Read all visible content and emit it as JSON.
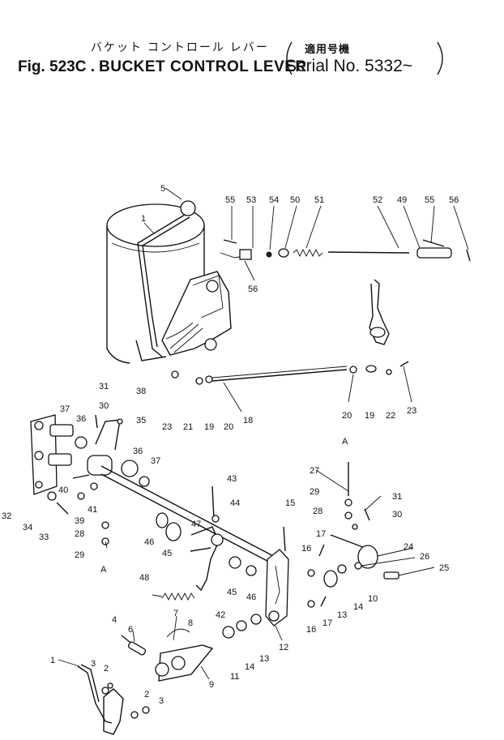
{
  "header": {
    "jp_title": "バケット コントロール レバー",
    "jp_serial": "適用号機",
    "fig_label": "Fig. 523C .",
    "en_title": "BUCKET CONTROL LEVER",
    "serial_text": "Serial No. 5332~"
  },
  "callouts": [
    {
      "id": "c5",
      "label": "5"
    },
    {
      "id": "c1a",
      "label": "1"
    },
    {
      "id": "c55a",
      "label": "55"
    },
    {
      "id": "c53",
      "label": "53"
    },
    {
      "id": "c54",
      "label": "54"
    },
    {
      "id": "c50",
      "label": "50"
    },
    {
      "id": "c51",
      "label": "51"
    },
    {
      "id": "c52",
      "label": "52"
    },
    {
      "id": "c49",
      "label": "49"
    },
    {
      "id": "c55b",
      "label": "55"
    },
    {
      "id": "c56a",
      "label": "56"
    },
    {
      "id": "c56b",
      "label": "56"
    },
    {
      "id": "c31a",
      "label": "31"
    },
    {
      "id": "c38",
      "label": "38"
    },
    {
      "id": "c37a",
      "label": "37"
    },
    {
      "id": "c36a",
      "label": "36"
    },
    {
      "id": "c30a",
      "label": "30"
    },
    {
      "id": "c35",
      "label": "35"
    },
    {
      "id": "c23a",
      "label": "23"
    },
    {
      "id": "c21",
      "label": "21"
    },
    {
      "id": "c19a",
      "label": "19"
    },
    {
      "id": "c20a",
      "label": "20"
    },
    {
      "id": "c18",
      "label": "18"
    },
    {
      "id": "c20b",
      "label": "20"
    },
    {
      "id": "c19b",
      "label": "19"
    },
    {
      "id": "c22",
      "label": "22"
    },
    {
      "id": "c23b",
      "label": "23"
    },
    {
      "id": "c36b",
      "label": "36"
    },
    {
      "id": "c37b",
      "label": "37"
    },
    {
      "id": "c40",
      "label": "40"
    },
    {
      "id": "c32",
      "label": "32"
    },
    {
      "id": "c34",
      "label": "34"
    },
    {
      "id": "c33",
      "label": "33"
    },
    {
      "id": "c39",
      "label": "39"
    },
    {
      "id": "c41",
      "label": "41"
    },
    {
      "id": "c28a",
      "label": "28"
    },
    {
      "id": "c29a",
      "label": "29"
    },
    {
      "id": "cA1",
      "label": "A"
    },
    {
      "id": "c43",
      "label": "43"
    },
    {
      "id": "c44",
      "label": "44"
    },
    {
      "id": "c47",
      "label": "47"
    },
    {
      "id": "c46a",
      "label": "46"
    },
    {
      "id": "c45a",
      "label": "45"
    },
    {
      "id": "c48",
      "label": "48"
    },
    {
      "id": "c45b",
      "label": "45"
    },
    {
      "id": "c46b",
      "label": "46"
    },
    {
      "id": "c42",
      "label": "42"
    },
    {
      "id": "c15",
      "label": "15"
    },
    {
      "id": "cA2",
      "label": "A"
    },
    {
      "id": "c27",
      "label": "27"
    },
    {
      "id": "c29b",
      "label": "29"
    },
    {
      "id": "c28b",
      "label": "28"
    },
    {
      "id": "c31b",
      "label": "31"
    },
    {
      "id": "c30b",
      "label": "30"
    },
    {
      "id": "c17a",
      "label": "17"
    },
    {
      "id": "c16a",
      "label": "16"
    },
    {
      "id": "c24",
      "label": "24"
    },
    {
      "id": "c26",
      "label": "26"
    },
    {
      "id": "c25",
      "label": "25"
    },
    {
      "id": "c10",
      "label": "10"
    },
    {
      "id": "c14a",
      "label": "14"
    },
    {
      "id": "c13a",
      "label": "13"
    },
    {
      "id": "c17b",
      "label": "17"
    },
    {
      "id": "c16b",
      "label": "16"
    },
    {
      "id": "c12",
      "label": "12"
    },
    {
      "id": "c4",
      "label": "4"
    },
    {
      "id": "c6",
      "label": "6"
    },
    {
      "id": "c7",
      "label": "7"
    },
    {
      "id": "c8",
      "label": "8"
    },
    {
      "id": "c9",
      "label": "9"
    },
    {
      "id": "c11",
      "label": "11"
    },
    {
      "id": "c14b",
      "label": "14"
    },
    {
      "id": "c13b",
      "label": "13"
    },
    {
      "id": "c1b",
      "label": "1"
    },
    {
      "id": "c3a",
      "label": "3"
    },
    {
      "id": "c2a",
      "label": "2"
    },
    {
      "id": "c2b",
      "label": "2"
    },
    {
      "id": "c3b",
      "label": "3"
    }
  ]
}
